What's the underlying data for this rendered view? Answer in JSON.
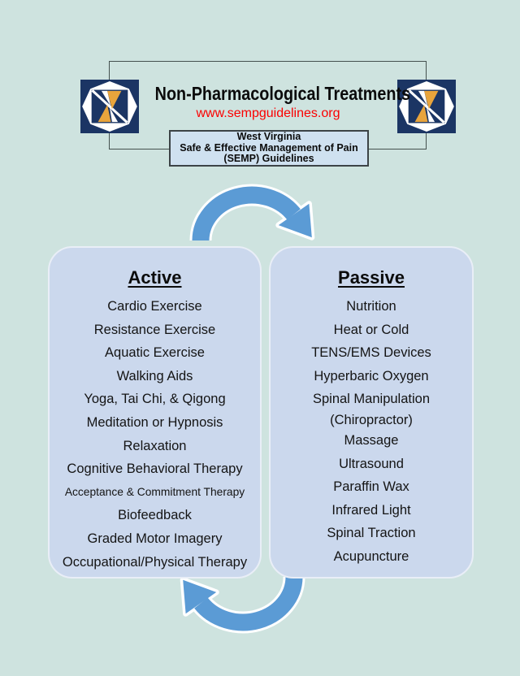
{
  "page": {
    "background": "#cee3df"
  },
  "header": {
    "title": "Non-Pharmacological Treatments",
    "website": "www.sempguidelines.org",
    "org_box": {
      "line1": "West Virginia",
      "line2": "Safe & Effective Management of Pain",
      "line3": "(SEMP) Guidelines"
    }
  },
  "logo": {
    "name": "SEMP West Virginia logo",
    "navy": "#1b3564",
    "orange": "#e8a43c"
  },
  "diagram": {
    "arrow_color": "#5b9bd5",
    "active": {
      "heading": "Active",
      "items": [
        "Cardio Exercise",
        "Resistance Exercise",
        "Aquatic Exercise",
        "Walking Aids",
        "Yoga, Tai Chi, & Qigong",
        "Meditation or Hypnosis",
        "Relaxation",
        "Cognitive Behavioral Therapy",
        "Acceptance & Commitment Therapy",
        "Biofeedback",
        "Graded Motor Imagery",
        "Occupational/Physical Therapy"
      ]
    },
    "passive": {
      "heading": "Passive",
      "items": [
        "Nutrition",
        "Heat or Cold",
        "TENS/EMS Devices",
        "Hyperbaric Oxygen",
        {
          "line1": "Spinal Manipulation",
          "line2": "(Chiropractor)"
        },
        "Massage",
        "Ultrasound",
        "Paraffin Wax",
        "Infrared Light",
        "Spinal Traction",
        "Acupuncture"
      ]
    }
  },
  "colors": {
    "box_fill": "#cbd8ed",
    "box_border": "#e9eef7",
    "org_box_fill": "#cfe1f0",
    "connector_line": "#44514f",
    "website_red": "#fb0000"
  }
}
